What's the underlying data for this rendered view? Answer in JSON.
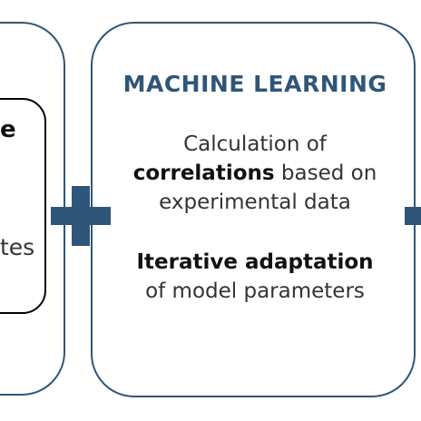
{
  "main_panel": {
    "title": "MACHINE LEARNING",
    "line1": "Calculation of",
    "line2_bold": "correlations",
    "line2_rest": " based on",
    "line3": "experimental data",
    "line4": "Iterative adaptation",
    "line5": "of model parameters"
  },
  "left_panel": {
    "fragment_top": "e",
    "fragment_bottom": "tes"
  },
  "connectors": {
    "icon": "plus-icon",
    "color": "#2f5678"
  },
  "colors": {
    "accent": "#2f5678",
    "text": "#333333",
    "inner_border": "#000000"
  }
}
